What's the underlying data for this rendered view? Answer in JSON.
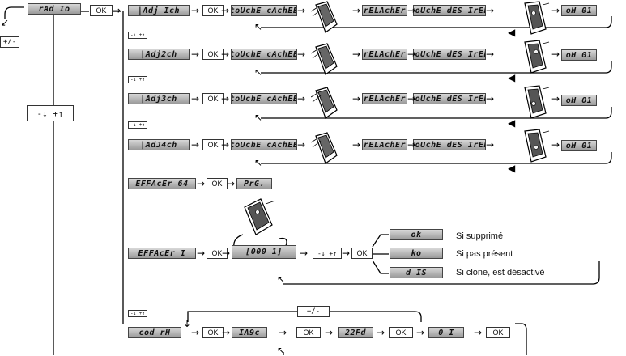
{
  "menu": {
    "root": "rAd Io",
    "ok": "OK",
    "plusminus": "+/-",
    "updown": "-↓ +↑",
    "updown_small": "-↓ +↑"
  },
  "rows": [
    {
      "name": "|Adj Ich",
      "hidden": "toUchE cAchEE",
      "release": "rELAchEr",
      "wanted": "toUchE dES IrEE",
      "result": "oH 01"
    },
    {
      "name": "|Adj2ch",
      "hidden": "toUchE cAchEE",
      "release": "rELAchEr",
      "wanted": "toUchE dES IrEE",
      "result": "oH 01"
    },
    {
      "name": "|Adj3ch",
      "hidden": "toUchE cAchEE",
      "release": "rELAchEr",
      "wanted": "toUchE dES IrEE",
      "result": "oH 01"
    },
    {
      "name": "|AdJ4ch",
      "hidden": "toUchE cAchEE",
      "release": "rELAchEr",
      "wanted": "toUchE dES IrEE",
      "result": "oH 01"
    }
  ],
  "erase_all": {
    "name": "EFFAcEr 64",
    "result": "PrG."
  },
  "erase_one": {
    "name": "EFFAcEr I",
    "code": "[000 1]",
    "outcomes": [
      {
        "code": "ok",
        "text": "Si supprimé"
      },
      {
        "code": "ko",
        "text": "Si pas présent"
      },
      {
        "code": "d IS",
        "text": "Si clone, est désactivé"
      }
    ]
  },
  "clone": {
    "name": "cod rH",
    "step1": "IA9c",
    "step2": "22Fd",
    "step3": "0 I"
  }
}
